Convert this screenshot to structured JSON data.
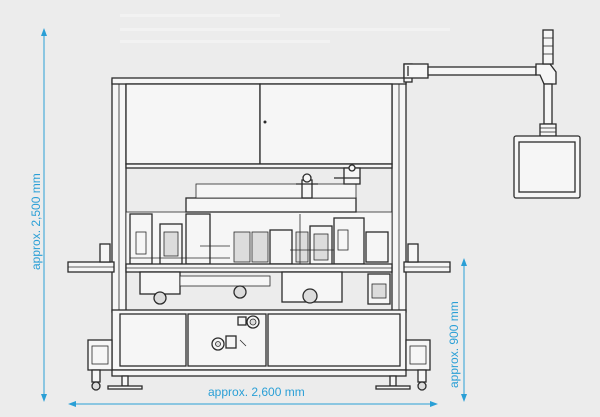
{
  "dimensions": {
    "height_total": "approx. 2,500 mm",
    "width_total": "approx. 2,600 mm",
    "height_table": "approx. 900 mm"
  },
  "colors": {
    "dimension": "#2a9fd6",
    "line": "#2b2b2b",
    "background": "#ececec"
  }
}
